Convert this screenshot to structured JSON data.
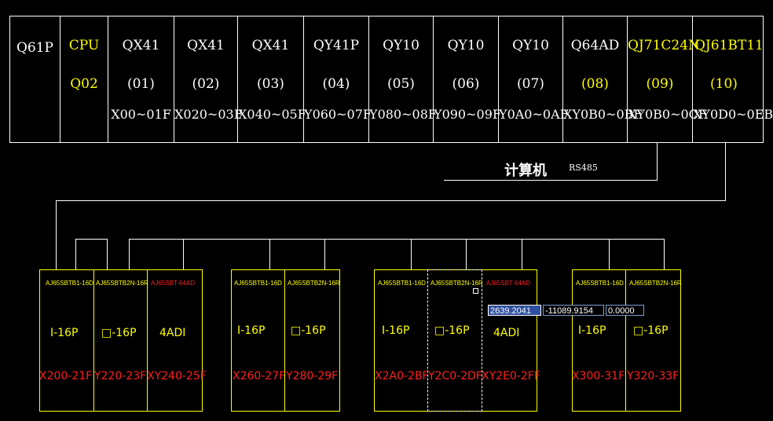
{
  "rack": {
    "slots": [
      {
        "l1": "Q61P",
        "l2": "",
        "l3": "",
        "c1": "w",
        "c2": "w"
      },
      {
        "l1": "CPU",
        "l2": "Q02",
        "l3": "",
        "c1": "y",
        "c2": "y"
      },
      {
        "l1": "QX41",
        "l2": "(01)",
        "l3": "X00~01F",
        "c1": "w",
        "c2": "w"
      },
      {
        "l1": "QX41",
        "l2": "(02)",
        "l3": "X020~03F",
        "c1": "w",
        "c2": "w"
      },
      {
        "l1": "QX41",
        "l2": "(03)",
        "l3": "X040~05F",
        "c1": "w",
        "c2": "w"
      },
      {
        "l1": "QY41P",
        "l2": "(04)",
        "l3": "Y060~07F",
        "c1": "w",
        "c2": "w"
      },
      {
        "l1": "QY10",
        "l2": "(05)",
        "l3": "Y080~08F",
        "c1": "w",
        "c2": "w"
      },
      {
        "l1": "QY10",
        "l2": "(06)",
        "l3": "Y090~09F",
        "c1": "w",
        "c2": "w"
      },
      {
        "l1": "QY10",
        "l2": "(07)",
        "l3": "Y0A0~0AF",
        "c1": "w",
        "c2": "w"
      },
      {
        "l1": "Q64AD",
        "l2": "(08)",
        "l3": "XY0B0~0BF",
        "c1": "w",
        "c2": "y"
      },
      {
        "l1": "QJ71C24N",
        "l2": "(09)",
        "l3": "XY0B0~0CF",
        "c1": "y",
        "c2": "y"
      },
      {
        "l1": "QJ61BT11",
        "l2": "(10)",
        "l3": "XY0D0~0EB",
        "c1": "y",
        "c2": "y"
      }
    ]
  },
  "network": {
    "computer_label": "计算机",
    "rs485_label": "RS485"
  },
  "blocks": [
    {
      "label": "AJ65SBTB1-16D",
      "label_color": "y",
      "type": "I-16P",
      "addr": "X200-21F"
    },
    {
      "label": "AJ65SBTB2N-16R",
      "label_color": "y",
      "type": "□-16P",
      "addr": "Y220-23F"
    },
    {
      "label": "AJ65SBT-64AD",
      "label_color": "r",
      "type": "4ADI",
      "addr": "XY240-25F"
    },
    {
      "label": "AJ65SBTB1-16D",
      "label_color": "y",
      "type": "I-16P",
      "addr": "X260-27F"
    },
    {
      "label": "AJ65SBTB2N-16R",
      "label_color": "y",
      "type": "□-16P",
      "addr": "Y280-29F"
    },
    {
      "label": "AJ65SBTB1-16D",
      "label_color": "y",
      "type": "I-16P",
      "addr": "X2A0-2BF"
    },
    {
      "label": "AJ65SBTB2N-16R",
      "label_color": "y",
      "type": "□-16P",
      "addr": "Y2C0-2DF"
    },
    {
      "label": "AJ65SBT-64AD",
      "label_color": "r",
      "type": "4ADI",
      "addr": "XY2E0-2FF"
    },
    {
      "label": "AJ65SBTB1-16D",
      "label_color": "y",
      "type": "I-16P",
      "addr": "X300-31F"
    },
    {
      "label": "AJ65SBTB2N-16R",
      "label_color": "y",
      "type": "□-16P",
      "addr": "Y320-33F"
    }
  ],
  "coords": {
    "x": "2639.2041",
    "y": "-11089.9154",
    "z": "0.0000"
  },
  "colors": {
    "yellow": "#ffff00",
    "red": "#ff2020",
    "white": "#ffffff",
    "background": "#000000"
  }
}
